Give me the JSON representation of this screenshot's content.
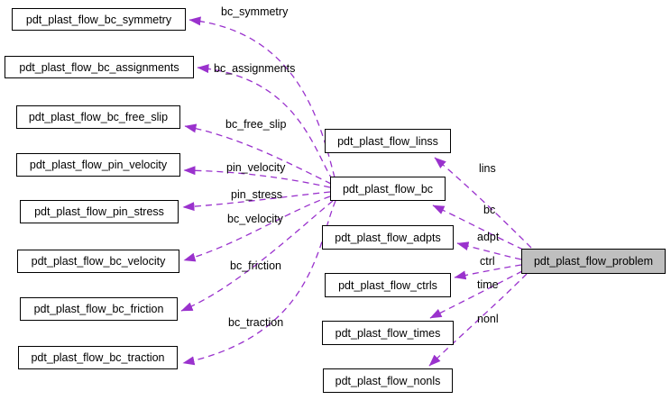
{
  "diagram": {
    "kind": "collaboration-graph",
    "focus_node": "pdt_plast_flow_problem"
  },
  "colors": {
    "edge": "#9a32cd",
    "node_border": "#000000",
    "node_fill": "#ffffff",
    "focus_node_fill": "#bfbfbf",
    "background": "#ffffff",
    "text": "#000000"
  },
  "nodes": {
    "bc_symmetry": "pdt_plast_flow_bc_symmetry",
    "bc_assignments": "pdt_plast_flow_bc_assignments",
    "bc_free_slip": "pdt_plast_flow_bc_free_slip",
    "pin_velocity": "pdt_plast_flow_pin_velocity",
    "pin_stress": "pdt_plast_flow_pin_stress",
    "bc_velocity": "pdt_plast_flow_bc_velocity",
    "bc_friction": "pdt_plast_flow_bc_friction",
    "bc_traction": "pdt_plast_flow_bc_traction",
    "linss": "pdt_plast_flow_linss",
    "bc": "pdt_plast_flow_bc",
    "adpts": "pdt_plast_flow_adpts",
    "ctrls": "pdt_plast_flow_ctrls",
    "times": "pdt_plast_flow_times",
    "nonls": "pdt_plast_flow_nonls",
    "problem": "pdt_plast_flow_problem"
  },
  "edges": {
    "bc_symmetry": {
      "from": "pdt_plast_flow_bc",
      "to": "pdt_plast_flow_bc_symmetry",
      "label": "bc_symmetry"
    },
    "bc_assignments": {
      "from": "pdt_plast_flow_bc",
      "to": "pdt_plast_flow_bc_assignments",
      "label": "bc_assignments"
    },
    "bc_free_slip": {
      "from": "pdt_plast_flow_bc",
      "to": "pdt_plast_flow_bc_free_slip",
      "label": "bc_free_slip"
    },
    "pin_velocity": {
      "from": "pdt_plast_flow_bc",
      "to": "pdt_plast_flow_pin_velocity",
      "label": "pin_velocity"
    },
    "pin_stress": {
      "from": "pdt_plast_flow_bc",
      "to": "pdt_plast_flow_pin_stress",
      "label": "pin_stress"
    },
    "bc_velocity": {
      "from": "pdt_plast_flow_bc",
      "to": "pdt_plast_flow_bc_velocity",
      "label": "bc_velocity"
    },
    "bc_friction": {
      "from": "pdt_plast_flow_bc",
      "to": "pdt_plast_flow_bc_friction",
      "label": "bc_friction"
    },
    "bc_traction": {
      "from": "pdt_plast_flow_bc",
      "to": "pdt_plast_flow_bc_traction",
      "label": "bc_traction"
    },
    "lins": {
      "from": "pdt_plast_flow_problem",
      "to": "pdt_plast_flow_linss",
      "label": "lins"
    },
    "bc": {
      "from": "pdt_plast_flow_problem",
      "to": "pdt_plast_flow_bc",
      "label": "bc"
    },
    "adpt": {
      "from": "pdt_plast_flow_problem",
      "to": "pdt_plast_flow_adpts",
      "label": "adpt"
    },
    "ctrl": {
      "from": "pdt_plast_flow_problem",
      "to": "pdt_plast_flow_ctrls",
      "label": "ctrl"
    },
    "time": {
      "from": "pdt_plast_flow_problem",
      "to": "pdt_plast_flow_times",
      "label": "time"
    },
    "nonl": {
      "from": "pdt_plast_flow_problem",
      "to": "pdt_plast_flow_nonls",
      "label": "nonl"
    }
  }
}
